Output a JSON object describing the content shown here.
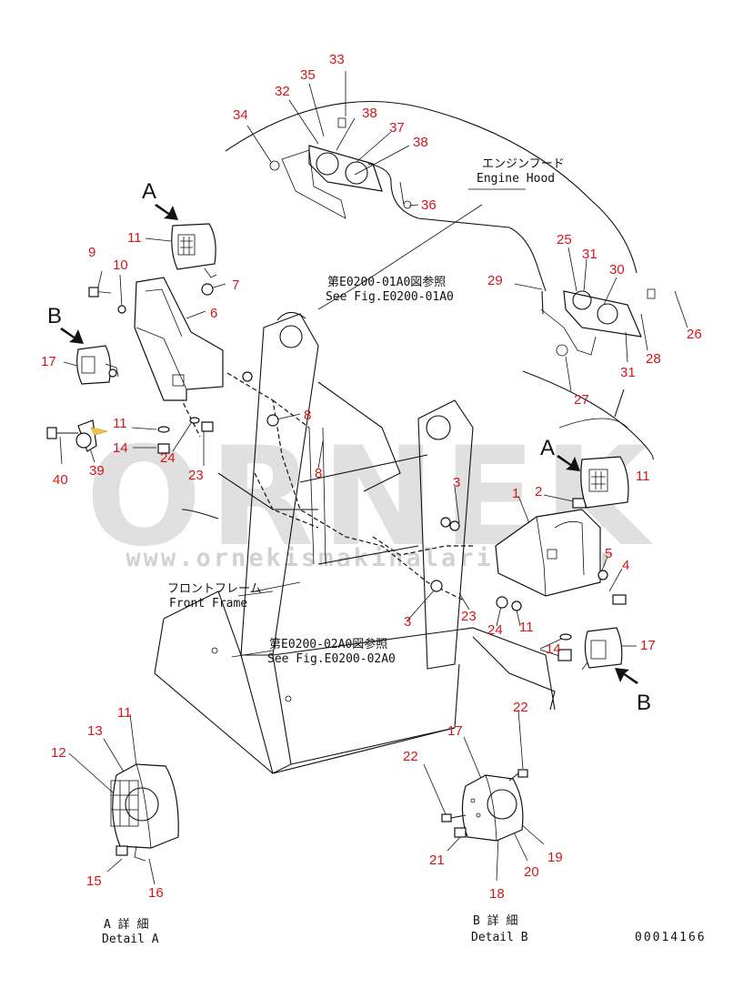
{
  "watermark": {
    "brand": "ORNEK",
    "url": "www.ornekismakinalari.com.tr"
  },
  "labels": {
    "engine_hood_jp": "エンジンフード",
    "engine_hood_en": "Engine Hood",
    "see_fig_1_jp": "第E0200-01A0図参照",
    "see_fig_1_en": "See Fig.E0200-01A0",
    "front_frame_jp": "フロントフレーム",
    "front_frame_en": "Front Frame",
    "see_fig_2_jp": "第E0200-02A0図参照",
    "see_fig_2_en": "See Fig.E0200-02A0",
    "detail_a_jp": "A 詳 細",
    "detail_a_en": "Detail A",
    "detail_b_jp": "B 詳 細",
    "detail_b_en": "Detail B",
    "drawing_no": "00014166"
  },
  "view_markers": {
    "a_top": "A",
    "b_left": "B",
    "a_right": "A",
    "b_right": "B"
  },
  "callouts": [
    "33",
    "35",
    "32",
    "38",
    "34",
    "37",
    "38",
    "36",
    "25",
    "31",
    "30",
    "26",
    "29",
    "28",
    "31",
    "27",
    "11",
    "9",
    "10",
    "7",
    "6",
    "17",
    "8",
    "11",
    "14",
    "24",
    "40",
    "39",
    "23",
    "8",
    "3",
    "1",
    "2",
    "11",
    "5",
    "4",
    "3",
    "23",
    "24",
    "11",
    "14",
    "17",
    "11",
    "13",
    "12",
    "15",
    "16",
    "22",
    "17",
    "22",
    "21",
    "20",
    "19",
    "18"
  ]
}
